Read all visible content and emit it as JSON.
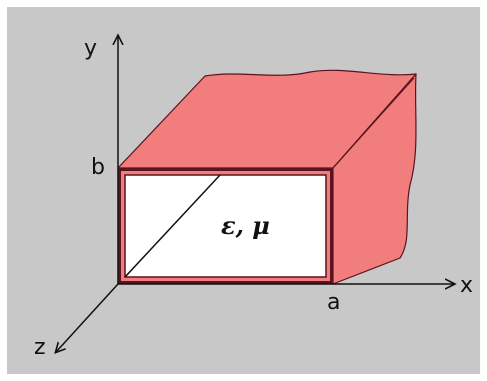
{
  "diagram": {
    "axis_labels": {
      "x": "x",
      "y": "y",
      "z": "z"
    },
    "dimension_labels": {
      "a": "a",
      "b": "b"
    },
    "medium_label": "ε, μ",
    "colors": {
      "background": "#c8c8c8",
      "waveguide_fill": "#f27d7d",
      "waveguide_edge": "#5a1320",
      "cross_section_fill": "#ffffff",
      "axis": "#111111"
    }
  }
}
